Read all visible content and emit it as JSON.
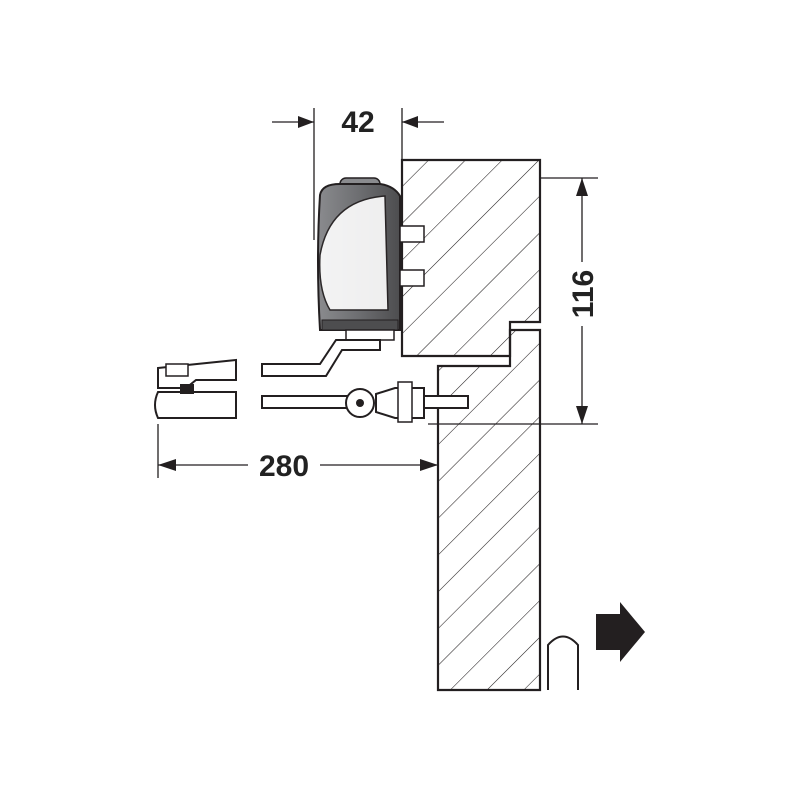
{
  "diagram": {
    "dimensions": {
      "width_top": "42",
      "height_right": "116",
      "arm_length": "280"
    },
    "colors": {
      "line": "#231f20",
      "body_grey": "#6d6e71",
      "body_dark": "#4d4d4f",
      "arrow": "#231f20"
    },
    "icons": {
      "direction_arrow": "arrow-right-icon"
    }
  }
}
